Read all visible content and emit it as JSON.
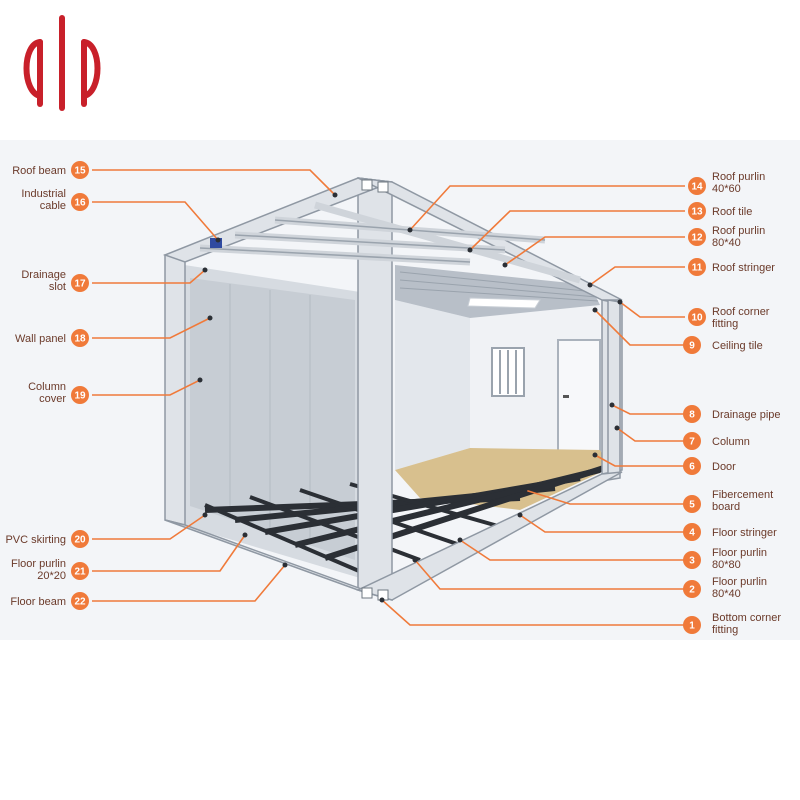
{
  "brand": {
    "accent": "#c8202a",
    "callout_color": "#f07a3a"
  },
  "parts": [
    {
      "num": "1",
      "lines": [
        "Bottom corner",
        "fitting"
      ]
    },
    {
      "num": "2",
      "lines": [
        "Floor purlin",
        "80*40"
      ]
    },
    {
      "num": "3",
      "lines": [
        "Floor purlin",
        "80*80"
      ]
    },
    {
      "num": "4",
      "lines": [
        "Floor stringer"
      ]
    },
    {
      "num": "5",
      "lines": [
        "Fibercement",
        "board"
      ]
    },
    {
      "num": "6",
      "lines": [
        "Door"
      ]
    },
    {
      "num": "7",
      "lines": [
        "Column"
      ]
    },
    {
      "num": "8",
      "lines": [
        "Drainage pipe"
      ]
    },
    {
      "num": "9",
      "lines": [
        "Ceiling tile"
      ]
    },
    {
      "num": "10",
      "lines": [
        "Roof corner",
        "fitting"
      ]
    },
    {
      "num": "11",
      "lines": [
        "Roof stringer"
      ]
    },
    {
      "num": "12",
      "lines": [
        "Roof purlin",
        "80*40"
      ]
    },
    {
      "num": "13",
      "lines": [
        "Roof tile"
      ]
    },
    {
      "num": "14",
      "lines": [
        "Roof purlin",
        "40*60"
      ]
    },
    {
      "num": "15",
      "lines": [
        "Roof beam"
      ]
    },
    {
      "num": "16",
      "lines": [
        "Industrial",
        "cable"
      ]
    },
    {
      "num": "17",
      "lines": [
        "Drainage",
        "slot"
      ]
    },
    {
      "num": "18",
      "lines": [
        "Wall panel"
      ]
    },
    {
      "num": "19",
      "lines": [
        "Column",
        "cover"
      ]
    },
    {
      "num": "20",
      "lines": [
        "PVC skirting"
      ]
    },
    {
      "num": "21",
      "lines": [
        "Floor purlin",
        "20*20"
      ]
    },
    {
      "num": "22",
      "lines": [
        "Floor beam"
      ]
    }
  ]
}
